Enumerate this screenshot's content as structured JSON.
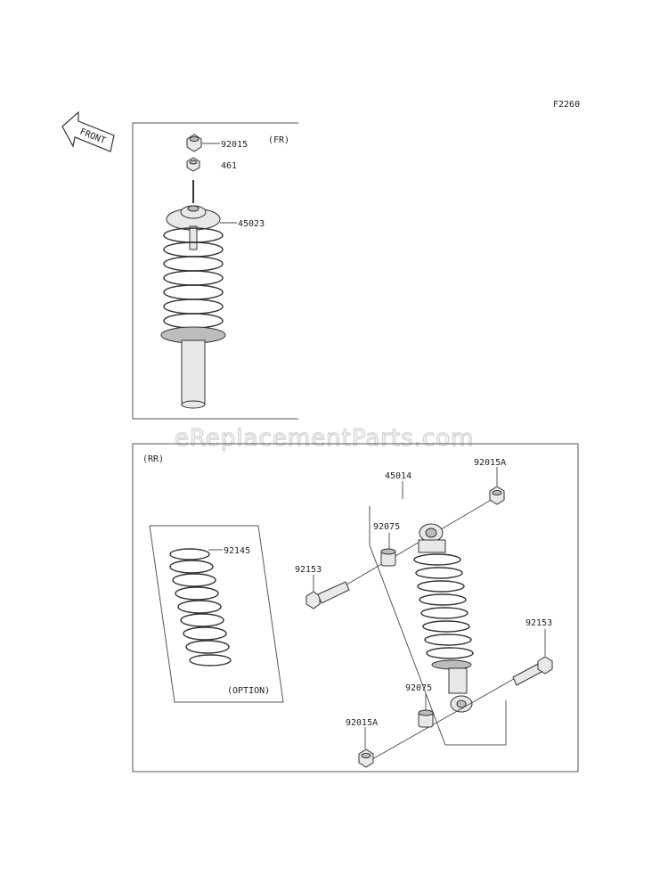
{
  "diagram_code": "F2260",
  "front_label": "FRONT",
  "watermark": "eReplacementParts.com",
  "front_section": {
    "tag": "(FR)",
    "parts": {
      "nut": "92015",
      "washer": "461",
      "shock": "45023"
    }
  },
  "rear_section": {
    "tag": "(RR)",
    "parts": {
      "shock_assembly": "45014",
      "nut_top": "92015A",
      "bushing_top": "92075",
      "bolt_left": "92153",
      "spring": "92145",
      "bolt_right": "92153",
      "bushing_bottom": "92075",
      "nut_bottom": "92015A"
    },
    "option_label": "(OPTION)"
  }
}
